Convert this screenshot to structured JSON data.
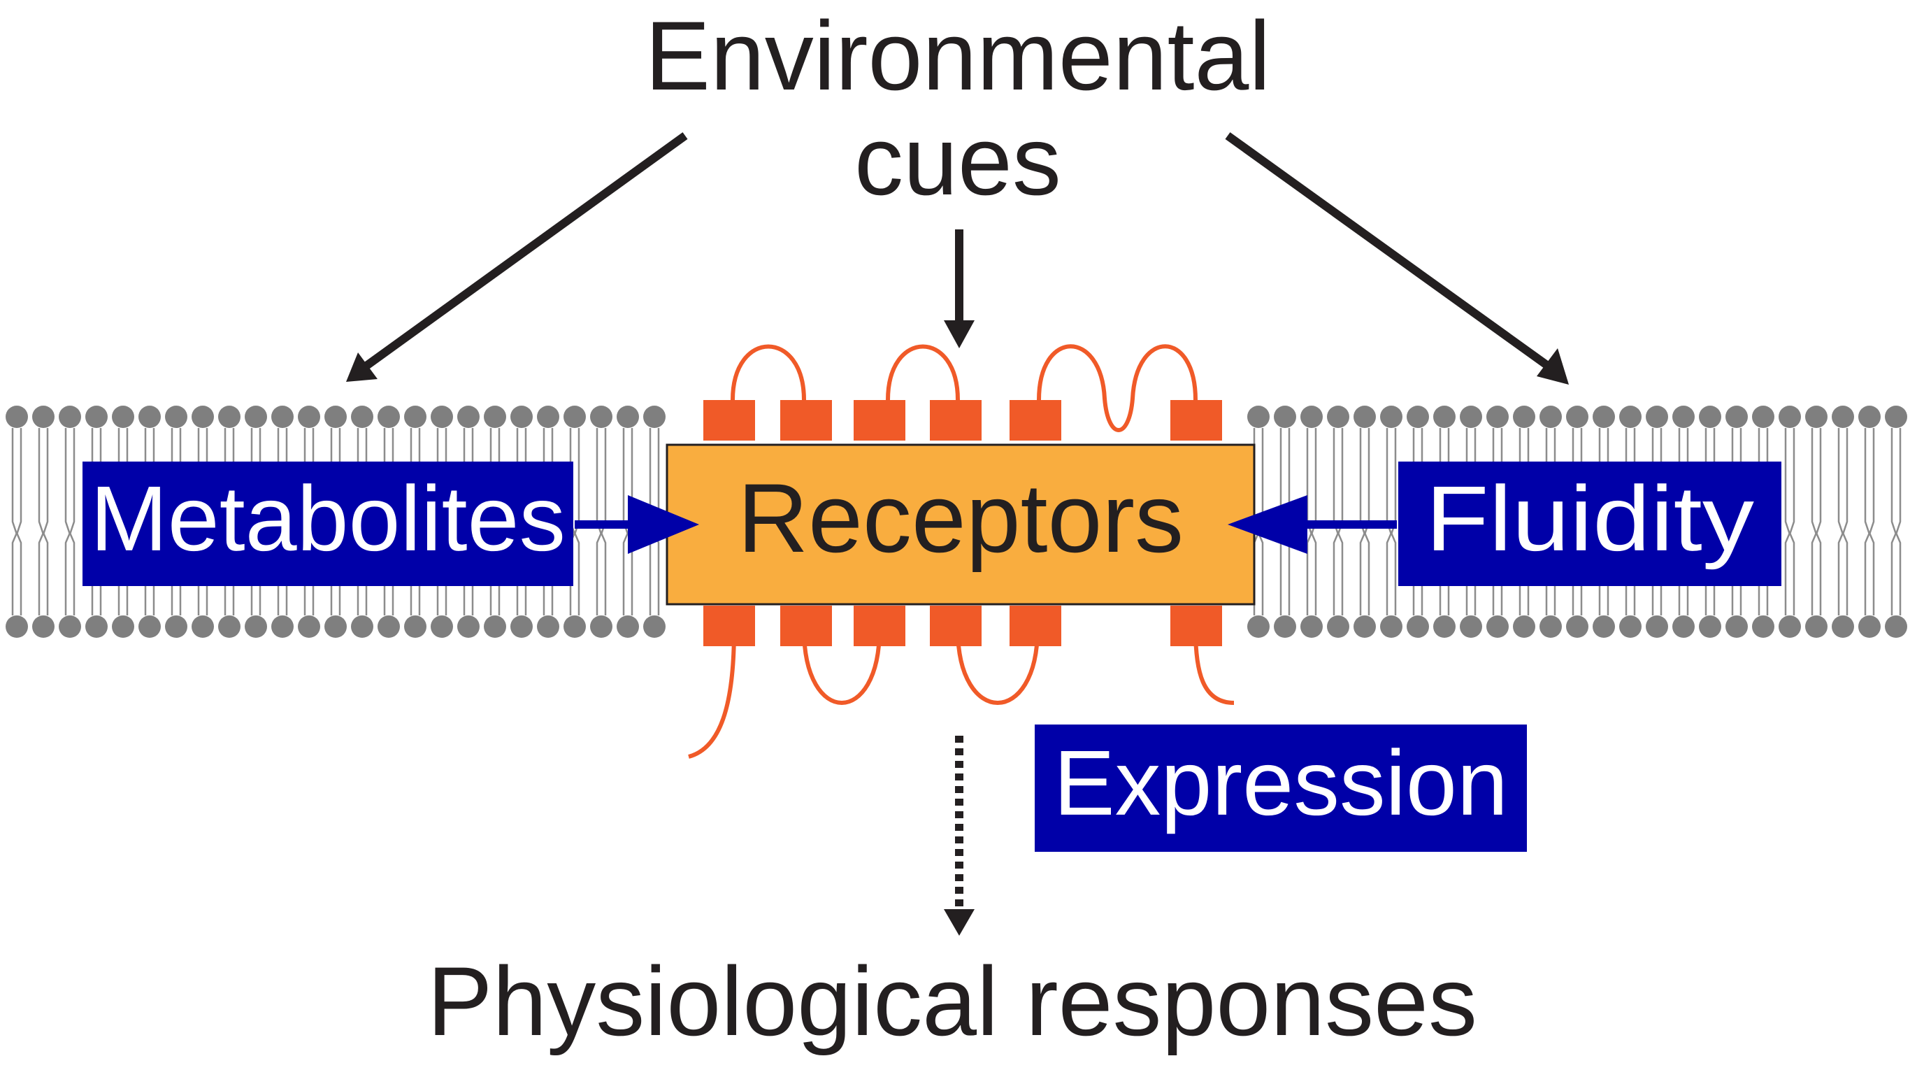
{
  "title_line1": "Environmental",
  "title_line2": "cues",
  "receptors_label": "Receptors",
  "metabolites_label": "Metabolites",
  "fluidity_label": "Fluidity",
  "expression_label": "Expression",
  "output_label": "Physiological responses",
  "colors": {
    "text": "#231f20",
    "lipid": "#8c8c8c",
    "lipid_head": "#7f7f7f",
    "protein": "#f05a28",
    "receptor_fill": "#f9ad3f",
    "blue_box": "#0000a8",
    "blue_arrow": "#0000a8",
    "arrow": "#231f20"
  }
}
